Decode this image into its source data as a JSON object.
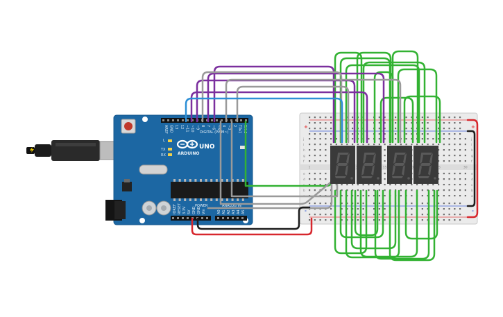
{
  "arduino": {
    "logo": "ARDUINO",
    "model": "UNO",
    "header_digital": "DIGITAL (PWM~)",
    "header_power": "POWER",
    "header_analog": "ANALOG IN",
    "label_tx_rx": "TX▸1",
    "label_aref": "AREF",
    "label_gnd": "GND",
    "label_l": "L",
    "label_tx": "TX",
    "label_rx": "RX",
    "label_ioref": "IOREF",
    "label_reset": "RESET",
    "label_3v3": "3.3V",
    "label_5v": "5V",
    "label_vin": "Vin",
    "digital_pins": [
      "13",
      "12",
      "~11",
      "~10",
      "~9",
      "8",
      "7",
      "~6",
      "~5",
      "4",
      "~3",
      "2",
      "TX▸1",
      "RX◂0"
    ],
    "analog_pins": [
      "A0",
      "A1",
      "A2",
      "A3",
      "A4",
      "A5"
    ]
  },
  "breadboard": {
    "row_letters_top": [
      "j",
      "i",
      "h",
      "g",
      "f"
    ],
    "row_letters_bottom": [
      "e",
      "d",
      "c",
      "b",
      "a"
    ],
    "column_numbers": [
      "1",
      "5",
      "10",
      "15",
      "20",
      "25",
      "30"
    ],
    "plus_sign": "+",
    "minus_sign": "-"
  },
  "colors": {
    "board": "#1c67a3",
    "wire_green": "#33b233",
    "wire_purple": "#7b2f9e",
    "wire_gray": "#9a9a9a",
    "wire_blue": "#2c8fd6",
    "wire_red": "#d7272d",
    "wire_black": "#1c1c1c"
  }
}
